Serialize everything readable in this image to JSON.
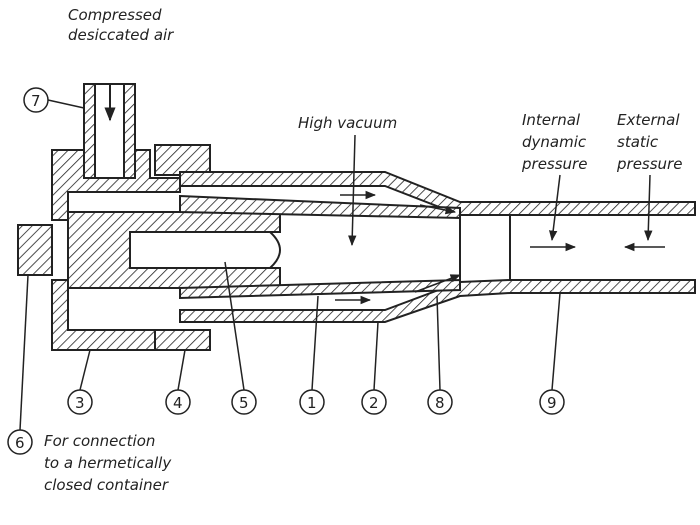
{
  "labels": {
    "compressed_air": [
      "Compressed",
      "desiccated air"
    ],
    "high_vacuum": "High vacuum",
    "internal_pressure": [
      "Internal",
      "dynamic",
      "pressure"
    ],
    "external_pressure": [
      "External",
      "static",
      "pressure"
    ],
    "connection": [
      "For connection",
      "to a hermetically",
      "closed container"
    ]
  },
  "callouts": {
    "c1": "1",
    "c2": "2",
    "c3": "3",
    "c4": "4",
    "c5": "5",
    "c6": "6",
    "c7": "7",
    "c8": "8",
    "c9": "9"
  },
  "colors": {
    "ink": "#222222",
    "background": "#ffffff"
  }
}
